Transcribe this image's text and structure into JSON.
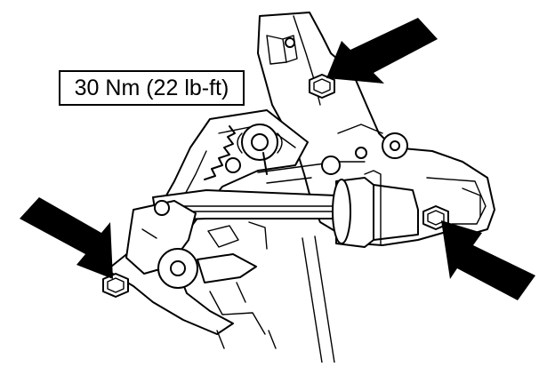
{
  "torque_label": "30 Nm (22 lb-ft)",
  "colors": {
    "line": "#000000",
    "background": "#ffffff"
  },
  "callouts": [
    {
      "id": "top-bolt",
      "icon": "arrow-icon"
    },
    {
      "id": "left-bolt",
      "icon": "arrow-icon"
    },
    {
      "id": "right-bolt",
      "icon": "arrow-icon"
    }
  ]
}
